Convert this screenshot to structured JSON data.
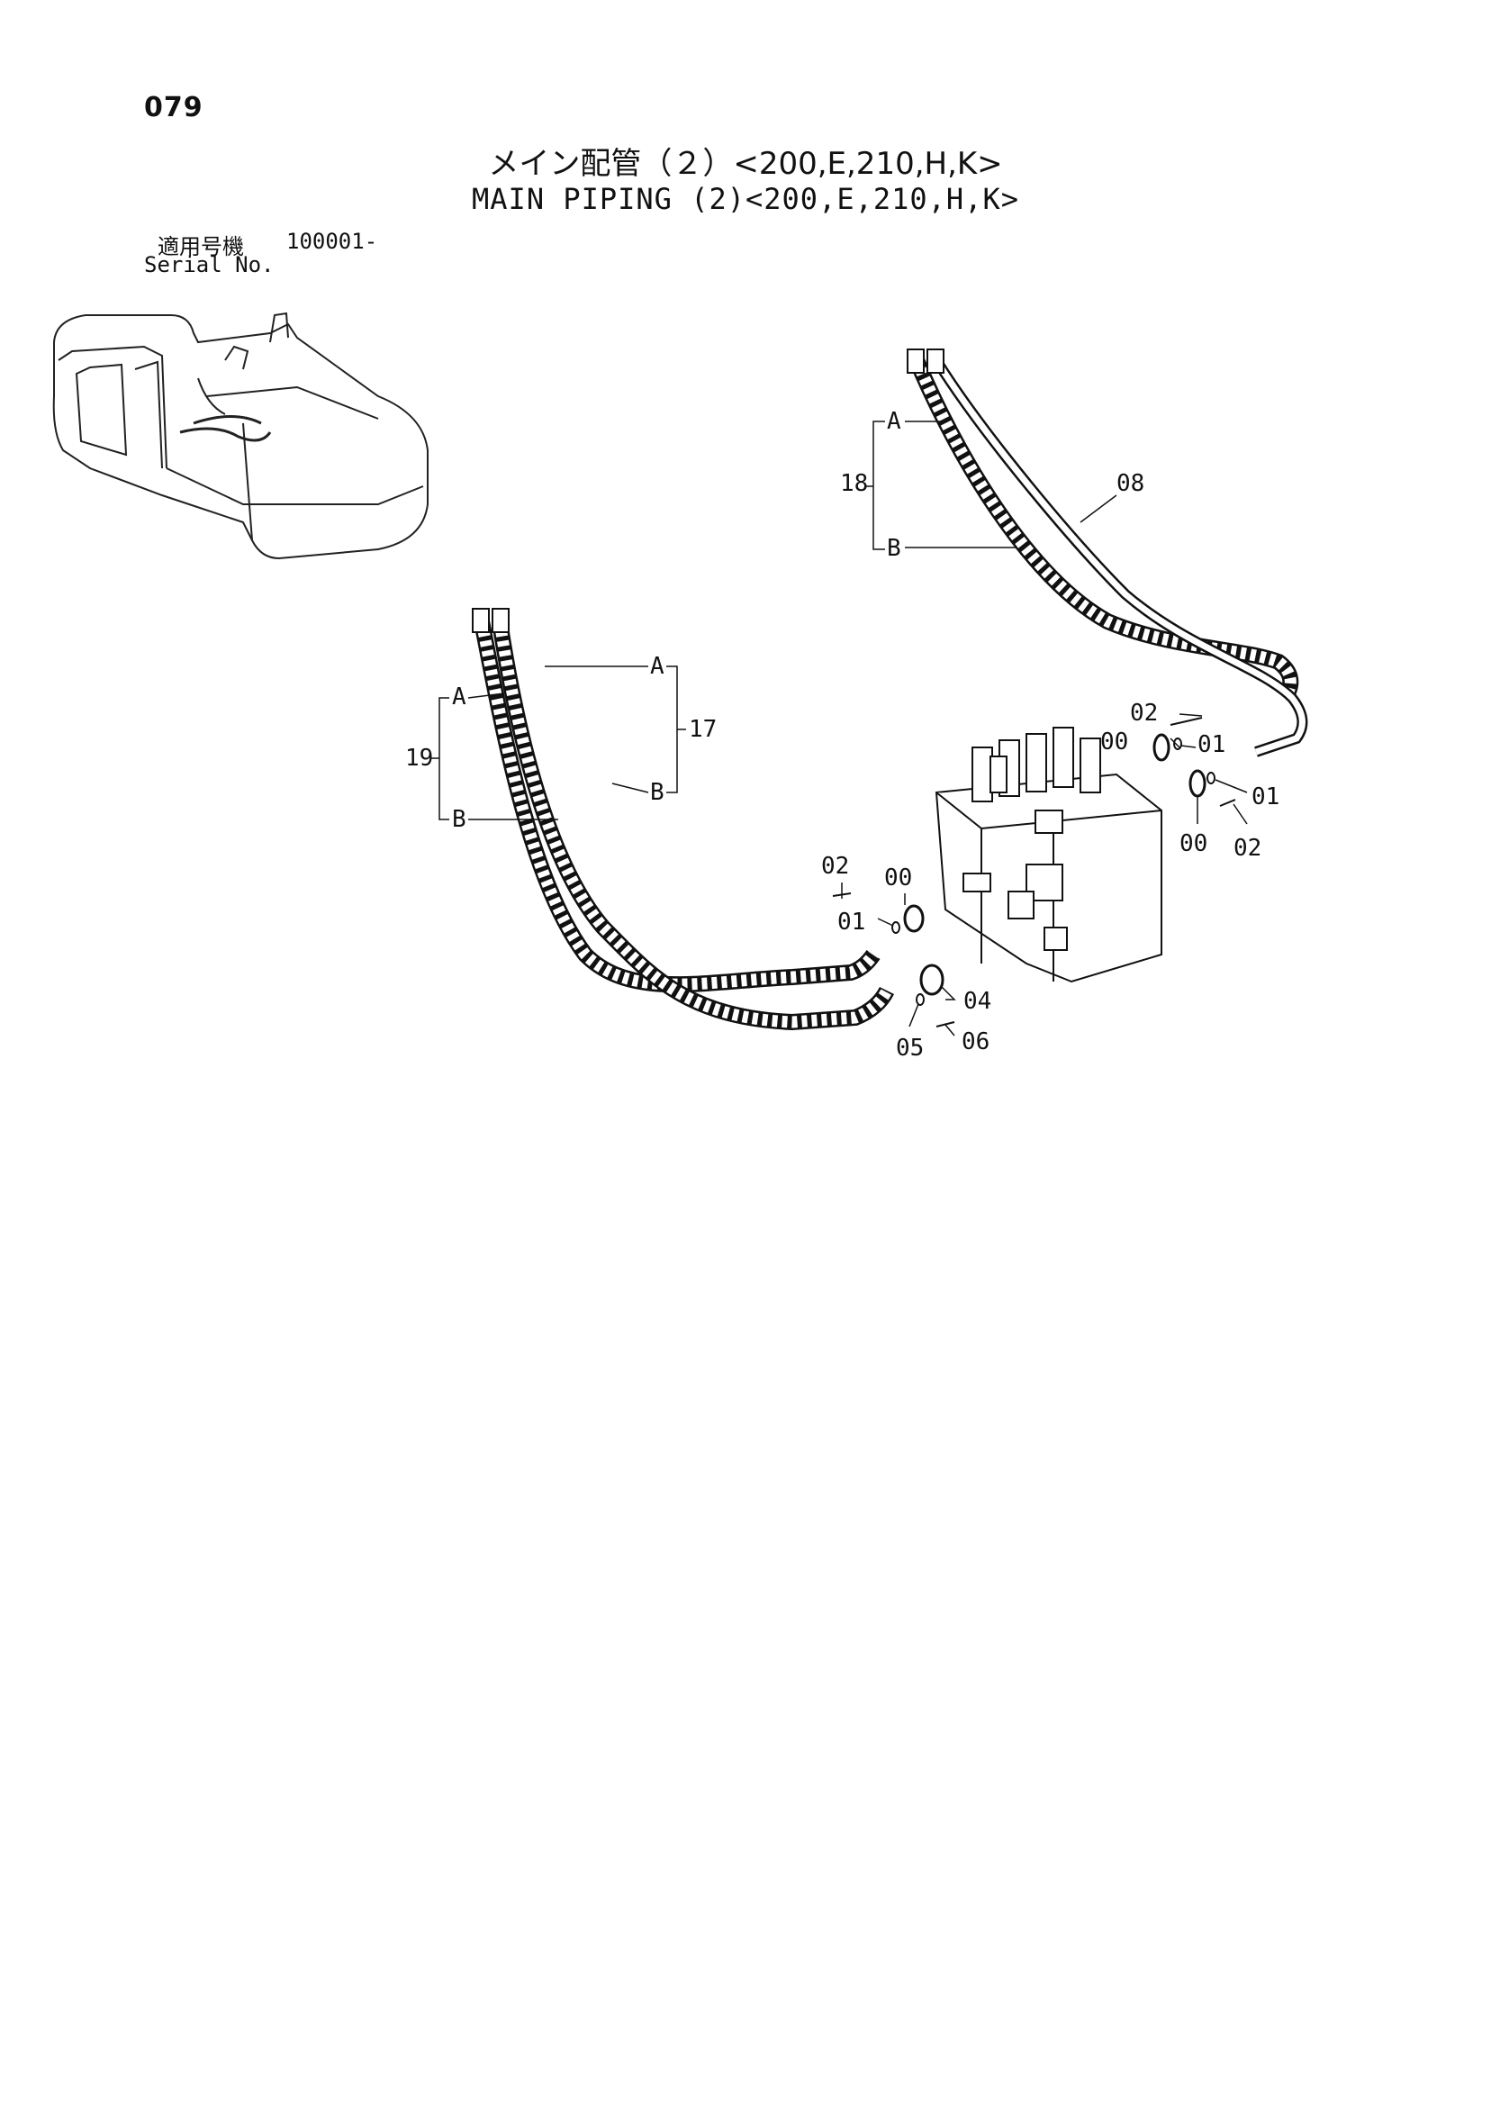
{
  "page": {
    "number": "079"
  },
  "titles": {
    "jp": "メイン配管（２）<200,E,210,H,K>",
    "en": "MAIN PIPING (2)<200,E,210,H,K>"
  },
  "serial": {
    "label_jp": "適用号機",
    "value": "100001-",
    "label_en": "Serial No."
  },
  "callouts": {
    "c08": "08",
    "c17": "17",
    "c18": "18",
    "c19": "19",
    "a_17": "A",
    "b_17": "B",
    "a_18": "A",
    "b_18": "B",
    "a_19": "A",
    "b_19": "B",
    "c02_top": "02",
    "c00_top": "00",
    "c01_top": "01",
    "c01_right": "01",
    "c00_right": "00",
    "c02_right": "02",
    "c02_left": "02",
    "c00_left": "00",
    "c01_left": "01",
    "c04": "04",
    "c05": "05",
    "c06": "06"
  }
}
